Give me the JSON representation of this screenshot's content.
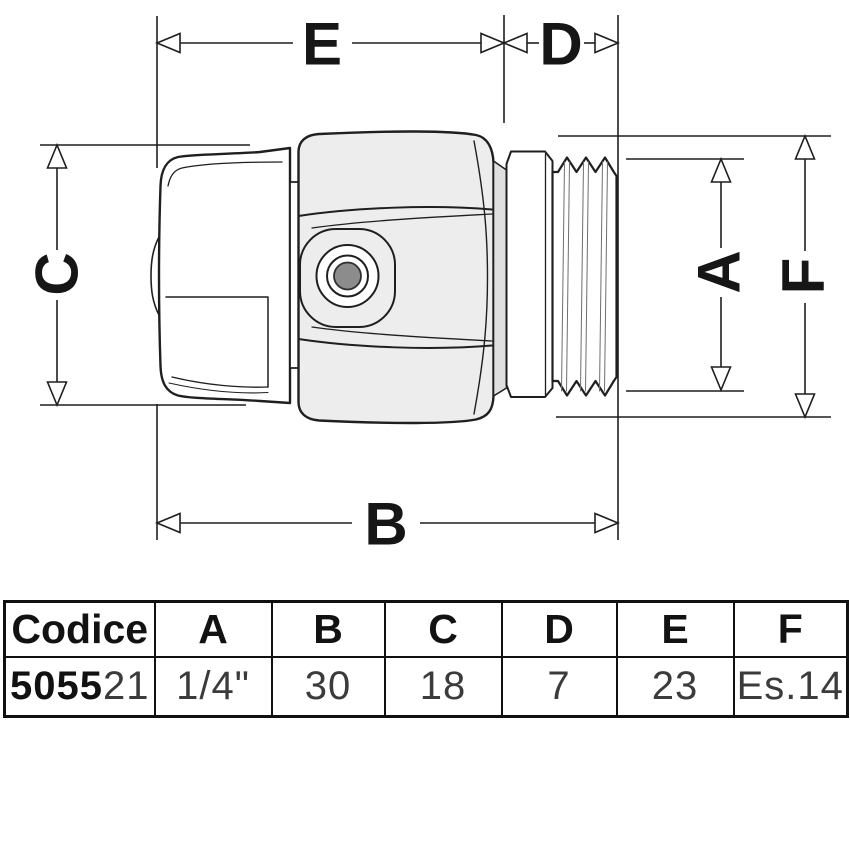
{
  "drawing": {
    "dimension_labels": {
      "e": "E",
      "d": "D",
      "c": "C",
      "b": "B",
      "a": "A",
      "f": "F"
    },
    "pin": "gray-pin-dot"
  },
  "table": {
    "headers": [
      "Codice",
      "A",
      "B",
      "C",
      "D",
      "E",
      "F"
    ],
    "row": {
      "code_bold": "5055",
      "code_light": "21",
      "a": "1/4\"",
      "b": "30",
      "c": "18",
      "d": "7",
      "e": "23",
      "f": "Es.14"
    }
  },
  "colors": {
    "line": "#1f1f1f",
    "body_fill": "#ededed",
    "face_fill": "#dfdfdf",
    "pin_fill": "#8c8c8c",
    "value_text": "#3b3b3b"
  }
}
